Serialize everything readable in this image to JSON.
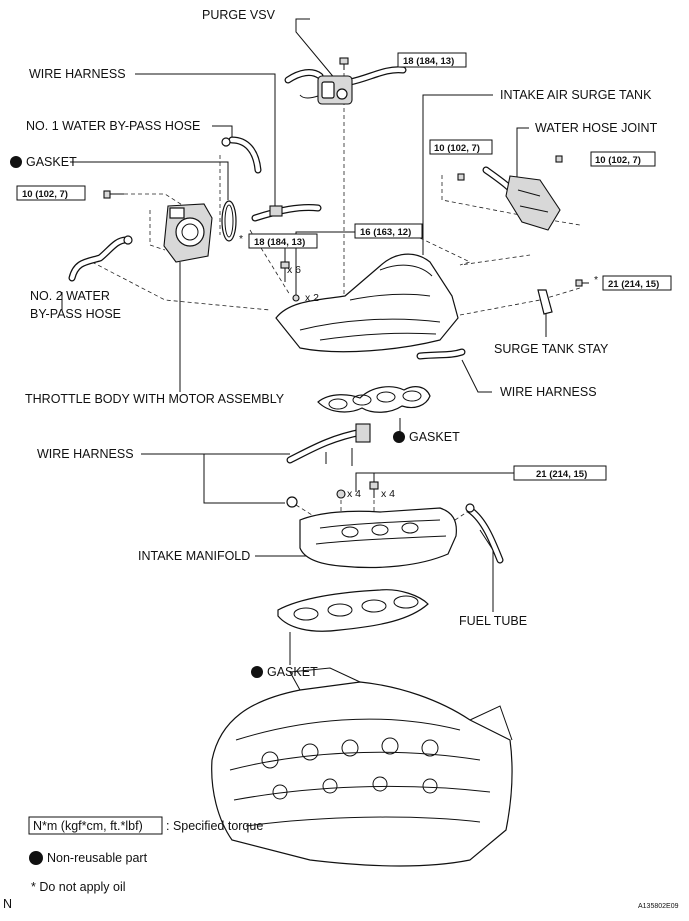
{
  "labels": {
    "purge_vsv": "PURGE VSV",
    "wire_harness_1": "WIRE HARNESS",
    "intake_air_surge_tank": "INTAKE AIR SURGE TANK",
    "no1_water_bypass_hose": "NO. 1 WATER BY-PASS HOSE",
    "water_hose_joint": "WATER HOSE JOINT",
    "gasket_1": "GASKET",
    "no2_water_bypass_hose_line1": "NO. 2 WATER",
    "no2_water_bypass_hose_line2": "BY-PASS HOSE",
    "surge_tank_stay": "SURGE TANK STAY",
    "wire_harness_2": "WIRE HARNESS",
    "throttle_body": "THROTTLE BODY WITH MOTOR ASSEMBLY",
    "gasket_2": "GASKET",
    "wire_harness_3": "WIRE HARNESS",
    "intake_manifold": "INTAKE MANIFOLD",
    "fuel_tube": "FUEL TUBE",
    "gasket_3": "GASKET"
  },
  "torques": {
    "t_purge_bolt": "18 (184, 13)",
    "t_left_bolt": "10 (102, 7)",
    "t_joint_left": "10 (102, 7)",
    "t_joint_right": "10 (102, 7)",
    "t_throttle_bolts": "18 (184, 13)",
    "t_nuts_x2": "16 (163, 12)",
    "t_stay_bolt": "21 (214, 15)",
    "t_manifold": "21 (214, 15)"
  },
  "quantities": {
    "x6": "x 6",
    "x2": "x 2",
    "x4_a": "x 4",
    "x4_b": "x 4"
  },
  "asterisk": "*",
  "legend": {
    "torque_box": "N*m (kgf*cm, ft.*lbf)",
    "torque_text": ": Specified torque",
    "non_reusable": "Non-reusable part",
    "no_oil": "* Do not apply oil"
  },
  "footer": {
    "left_mark": "N",
    "figure_code": "A135802E09"
  }
}
